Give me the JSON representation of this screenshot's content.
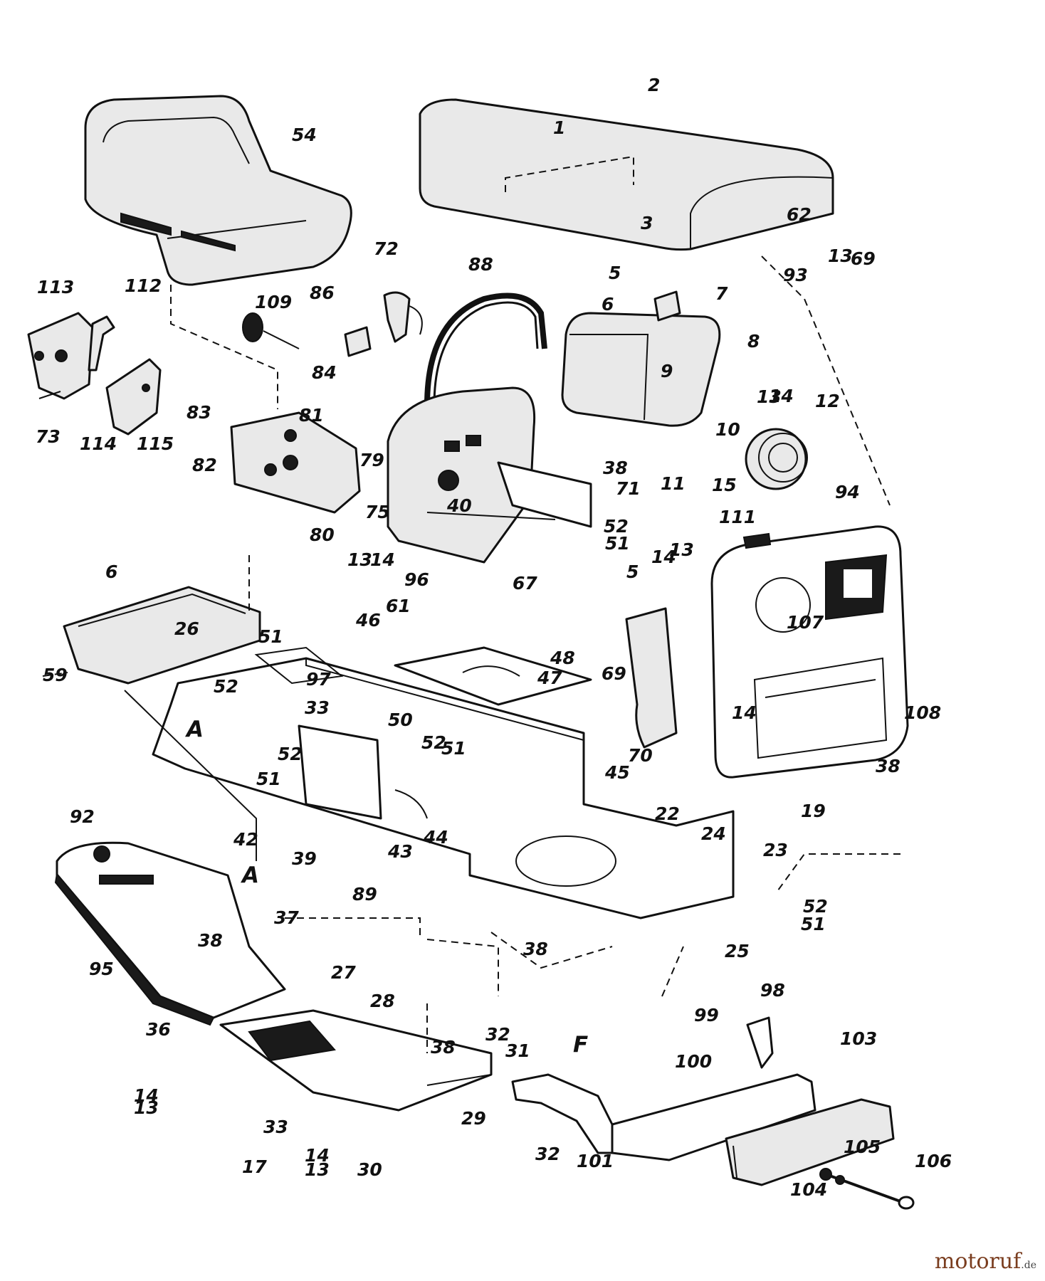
{
  "diagram": {
    "part_labels": [
      "1",
      "2",
      "3",
      "5",
      "6",
      "7",
      "8",
      "9",
      "10",
      "11",
      "12",
      "13",
      "14",
      "15",
      "17",
      "19",
      "22",
      "23",
      "24",
      "25",
      "26",
      "27",
      "28",
      "29",
      "30",
      "31",
      "32",
      "33",
      "36",
      "37",
      "38",
      "39",
      "40",
      "42",
      "43",
      "44",
      "45",
      "46",
      "47",
      "48",
      "50",
      "51",
      "52",
      "54",
      "59",
      "61",
      "62",
      "67",
      "69",
      "70",
      "71",
      "72",
      "73",
      "75",
      "79",
      "80",
      "81",
      "82",
      "83",
      "84",
      "86",
      "88",
      "89",
      "92",
      "93",
      "94",
      "95",
      "96",
      "97",
      "98",
      "99",
      "100",
      "101",
      "103",
      "104",
      "105",
      "106",
      "107",
      "108",
      "109",
      "111",
      "112",
      "113",
      "114",
      "115"
    ],
    "section_markers": [
      "A",
      "F"
    ]
  },
  "watermark": {
    "name": "motoruf",
    "tld": ".de"
  }
}
